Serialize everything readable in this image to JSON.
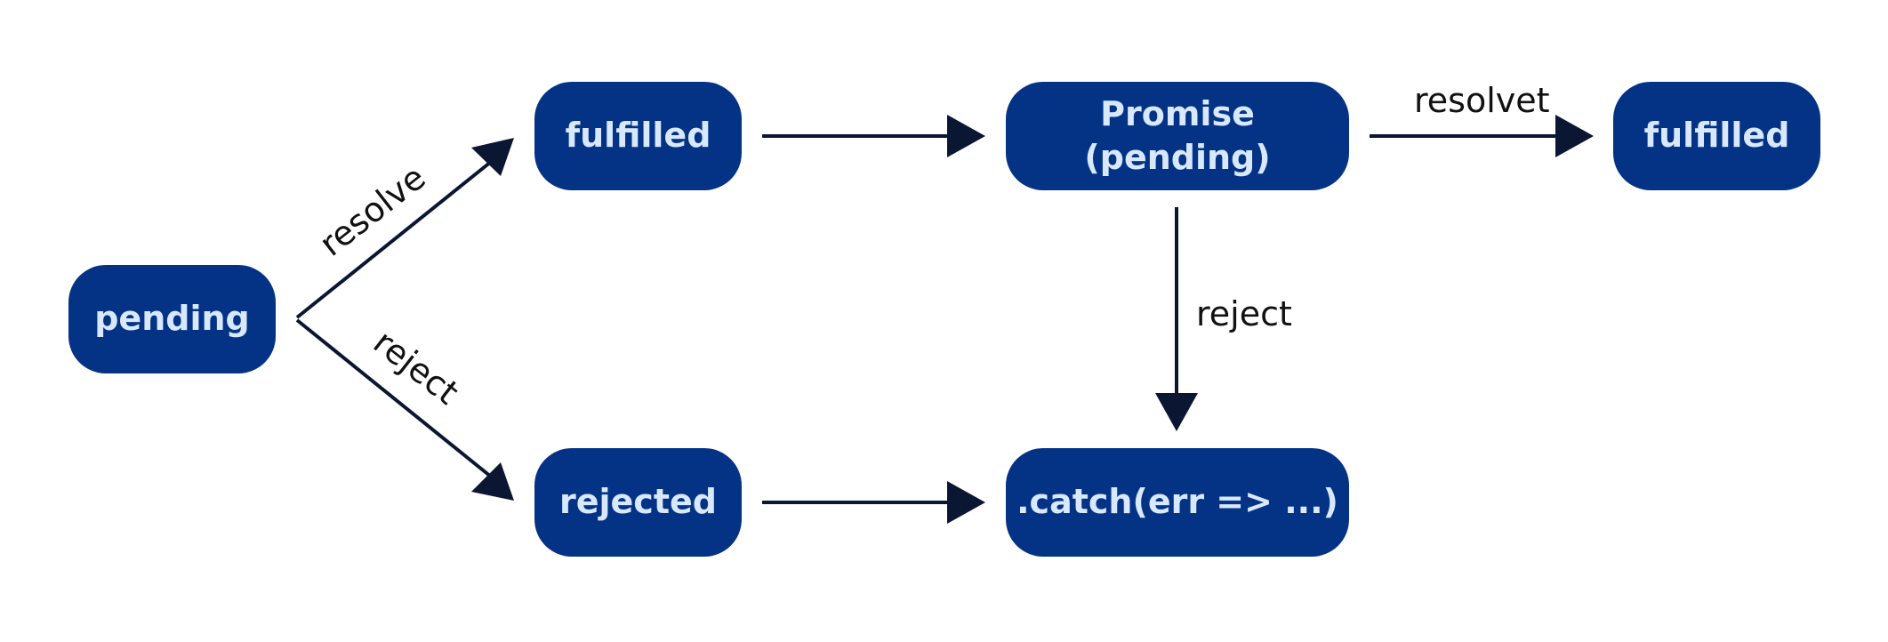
{
  "diagram": {
    "colors": {
      "node_fill": "#043385",
      "node_text": "#d8e8ff",
      "edge": "#0b1633",
      "label_text": "#111111",
      "background": "#ffffff"
    },
    "nodes": {
      "pending": "pending",
      "fulfilled_first": "fulfilled",
      "rejected": "rejected",
      "promise_line1": "Promise",
      "promise_line2": "(pending)",
      "fulfilled_second": "fulfilled",
      "catch": ".catch(err => ...)"
    },
    "edges": {
      "resolve": "resolve",
      "reject_from_pending": "reject",
      "resolvet": "resolvet",
      "reject_from_promise": "reject"
    }
  }
}
